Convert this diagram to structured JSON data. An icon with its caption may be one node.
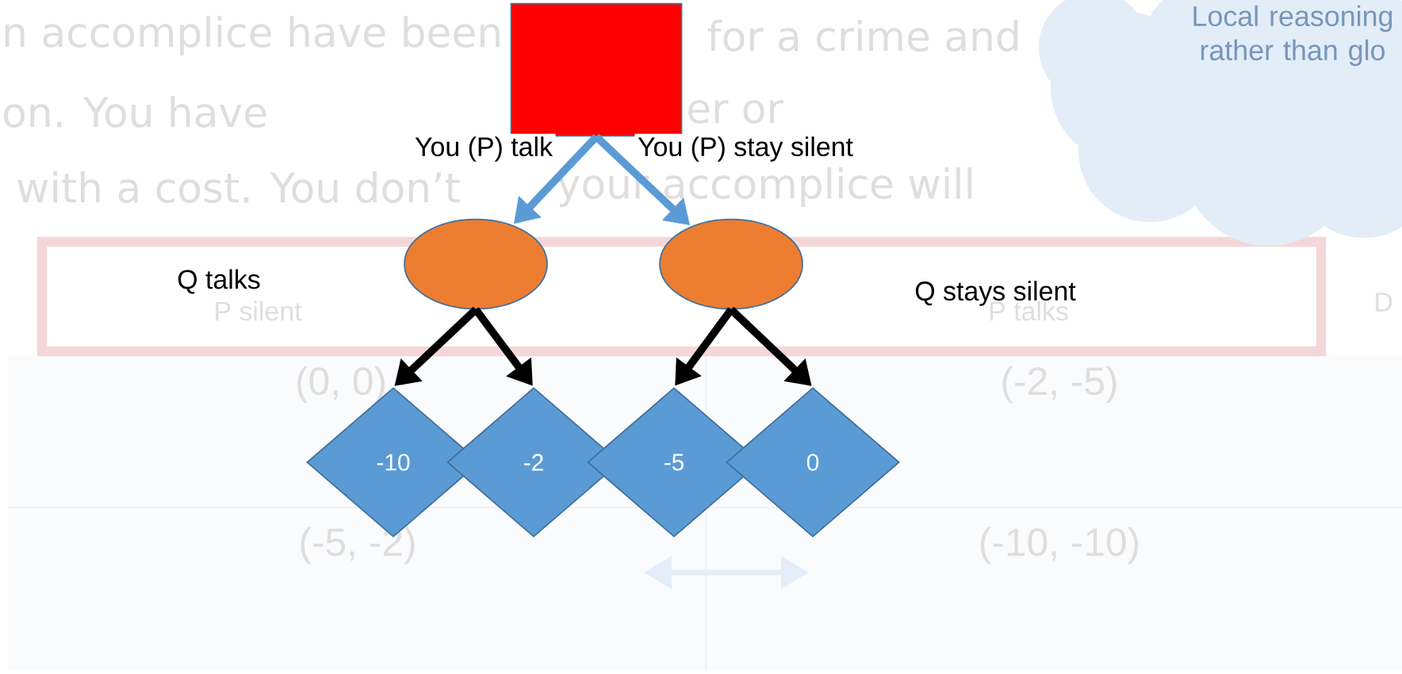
{
  "diagram": {
    "nodes": [
      {
        "text": [],
        "shape": "box"
      },
      {
        "text": [],
        "shape": "circle"
      },
      {
        "text": [],
        "shape": "circle"
      },
      {
        "text": [
          "-10"
        ]
      },
      {
        "text": [
          "-2"
        ]
      },
      {
        "text": [
          "-5"
        ]
      },
      {
        "text": [
          "0"
        ]
      }
    ],
    "edges": [
      {
        "from": 0,
        "to": 1,
        "arrow": "to",
        "label": "You (P) talk",
        "color": "#5b9bd5"
      },
      {
        "from": 0,
        "to": 2,
        "arrow": "to",
        "label": "You (P) stay silent",
        "color": "#5b9bd5"
      },
      {
        "from": 1,
        "to": 3,
        "arrow": "to",
        "color": "#000000"
      },
      {
        "from": 1,
        "to": 4,
        "arrow": "to",
        "color": "#000000"
      },
      {
        "from": 2,
        "to": 5,
        "arrow": "to",
        "color": "#000000"
      },
      {
        "from": 2,
        "to": 6,
        "arrow": "to",
        "color": "#000000"
      }
    ],
    "labels": [
      "n accomplice have been",
      "for a crime and",
      "Local reasoning rather than glo",
      "on. You have",
      "er or",
      "with a cost. You don’t",
      "your accomplice will",
      "Q talks",
      "P silent",
      "Q stays silent",
      "P talks",
      "D",
      "(0, 0)",
      "(-2, -5)",
      "(-5, -2)",
      "(-10, -10)"
    ]
  }
}
